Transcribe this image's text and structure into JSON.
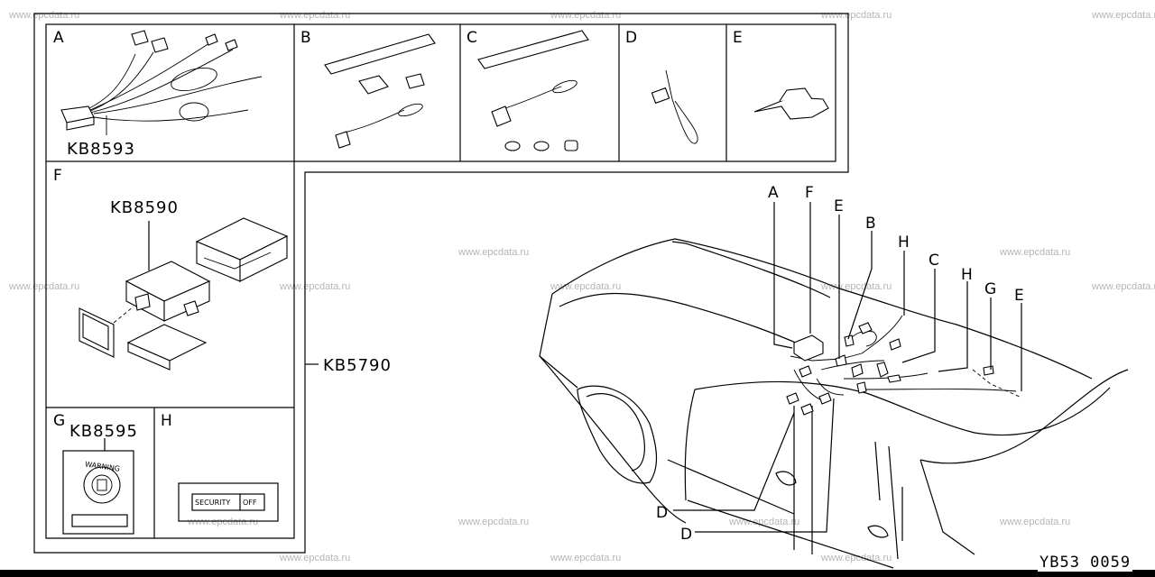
{
  "watermark": "www.epcdata.ru",
  "panels": {
    "A": {
      "letter": "A",
      "part": "KB8593"
    },
    "B": {
      "letter": "B"
    },
    "C": {
      "letter": "C"
    },
    "D": {
      "letter": "D"
    },
    "E": {
      "letter": "E"
    },
    "F": {
      "letter": "F",
      "part": "KB8590"
    },
    "G": {
      "letter": "G",
      "part": "KB8595",
      "badge": "WARNING"
    },
    "H": {
      "letter": "H",
      "switch_left": "SECURITY",
      "switch_right": "OFF"
    }
  },
  "kit_part": "KB5790",
  "callouts": {
    "A": "A",
    "F": "F",
    "E1": "E",
    "B": "B",
    "H1": "H",
    "C": "C",
    "H2": "H",
    "G": "G",
    "E2": "E",
    "D1": "D",
    "D2": "D"
  },
  "diagram_ref": "YB53 0059"
}
